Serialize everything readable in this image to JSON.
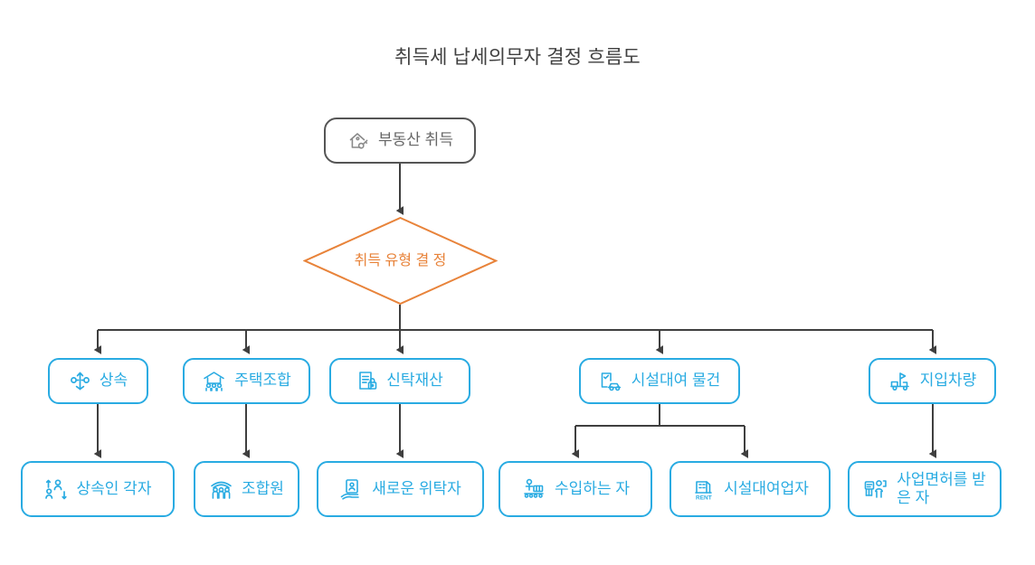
{
  "title": "취득세 납세의무자 결정 흐름도",
  "colors": {
    "blue": "#29abe2",
    "orange": "#e8833a",
    "gray": "#555555",
    "edge": "#3f3f3f",
    "title_text": "#404040"
  },
  "root": {
    "label": "부동산 취득",
    "icon": "house-key-icon"
  },
  "decision": {
    "label": "취득 유형 결 정",
    "line1": "취득 유형 결",
    "line2": "정"
  },
  "branches": [
    {
      "label": "상속",
      "icon": "family-tree-icon"
    },
    {
      "label": "주택조합",
      "icon": "house-people-icon"
    },
    {
      "label": "신탁재산",
      "icon": "document-lock-icon"
    },
    {
      "label": "시설대여 물건",
      "icon": "checklist-car-icon"
    },
    {
      "label": "지입차량",
      "icon": "truck-icon"
    }
  ],
  "outcomes": [
    {
      "label": "상속인 각자",
      "icon": "heirs-arrows-icon"
    },
    {
      "label": "조합원",
      "icon": "members-house-icon"
    },
    {
      "label": "새로운 위탁자",
      "icon": "hand-document-icon"
    },
    {
      "label": "수입하는 자",
      "icon": "conveyor-import-icon"
    },
    {
      "label": "시설대여업자",
      "icon": "rent-building-icon"
    },
    {
      "label": "사업면허를 받\n은 자",
      "icon": "license-person-icon"
    }
  ]
}
